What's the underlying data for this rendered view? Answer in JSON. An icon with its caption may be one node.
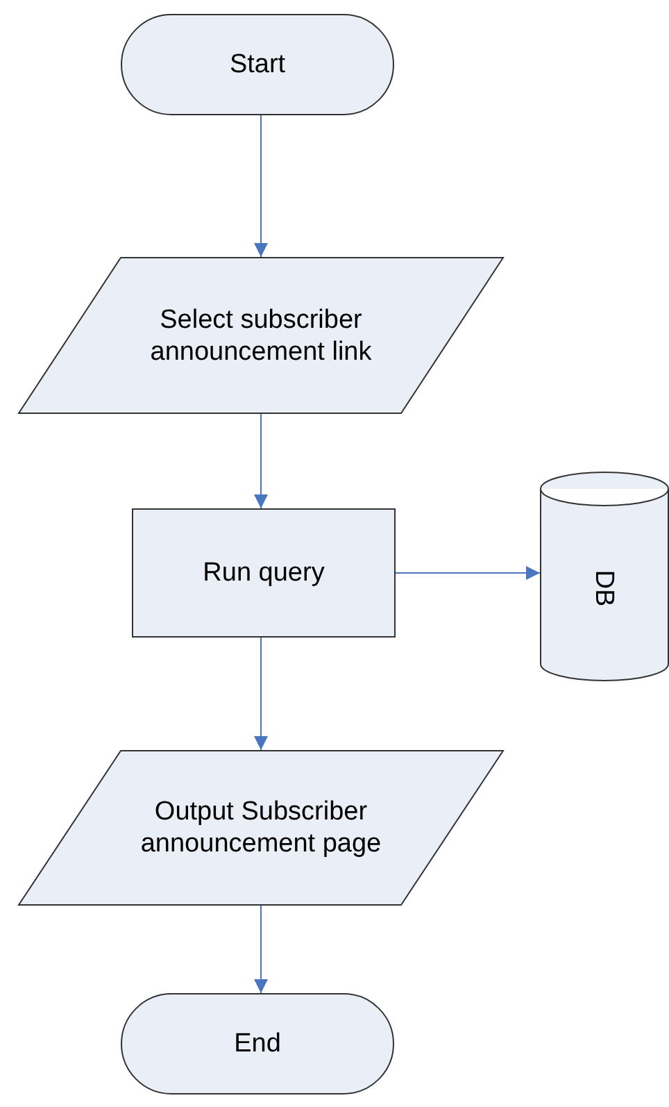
{
  "diagram": {
    "nodes": [
      {
        "text": [
          "Start"
        ]
      },
      {
        "text": [
          "Select subscriber announcement link"
        ]
      },
      {
        "text": [
          "Run query"
        ]
      },
      {
        "text": [
          "DB"
        ]
      },
      {
        "text": [
          "Output Subscriber announcement page"
        ]
      },
      {
        "text": [
          "End"
        ]
      }
    ],
    "edges": [
      {
        "from": 0,
        "to": 1,
        "arrow": "to"
      },
      {
        "from": 1,
        "to": 2,
        "arrow": "to"
      },
      {
        "from": 2,
        "to": 3,
        "arrow": "to"
      },
      {
        "from": 2,
        "to": 4,
        "arrow": "to"
      },
      {
        "from": 4,
        "to": 5,
        "arrow": "to"
      }
    ]
  }
}
